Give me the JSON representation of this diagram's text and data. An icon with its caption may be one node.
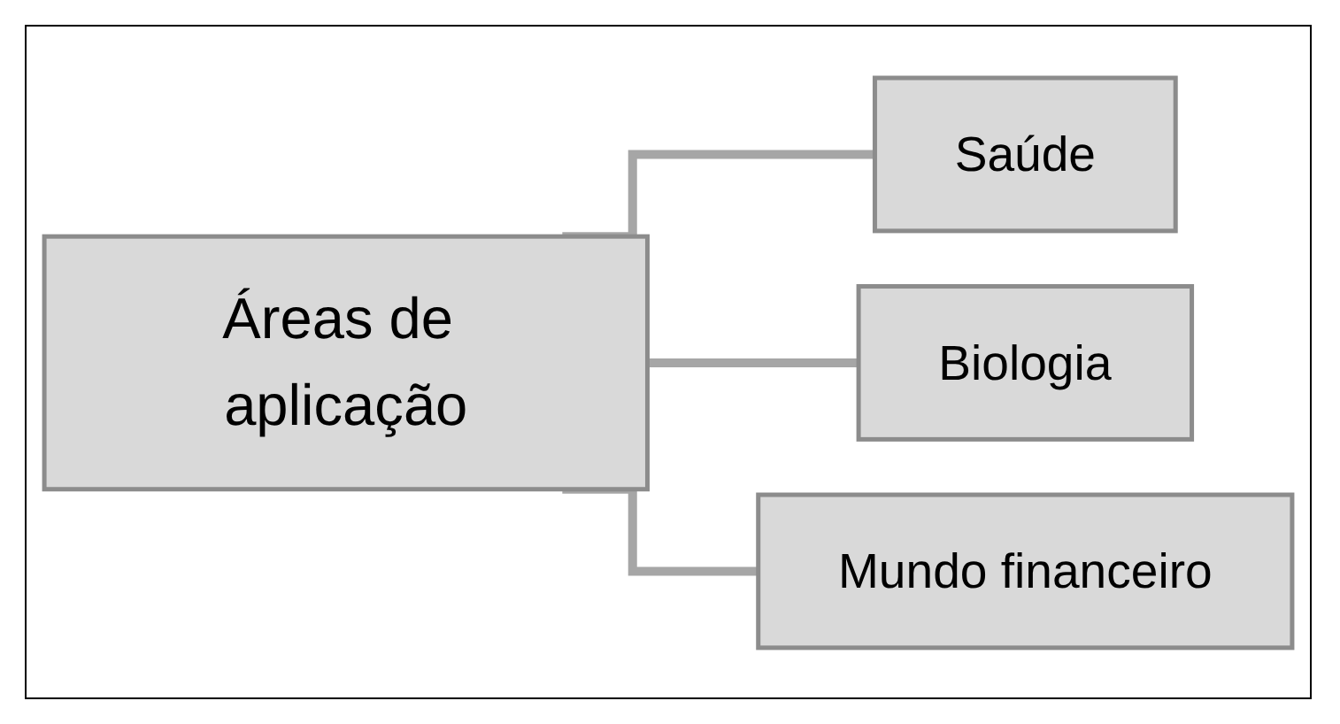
{
  "diagram": {
    "nodes": [
      {
        "text": [
          "Áreas de aplicação"
        ]
      },
      {
        "text": [
          "Saúde"
        ]
      },
      {
        "text": [
          "Biologia"
        ]
      },
      {
        "text": [
          "Mundo financeiro"
        ]
      }
    ],
    "edges": [
      {
        "from": 0,
        "to": 1,
        "arrow": "none"
      },
      {
        "from": 0,
        "to": 2,
        "arrow": "none"
      },
      {
        "from": 0,
        "to": 3,
        "arrow": "none"
      }
    ]
  }
}
